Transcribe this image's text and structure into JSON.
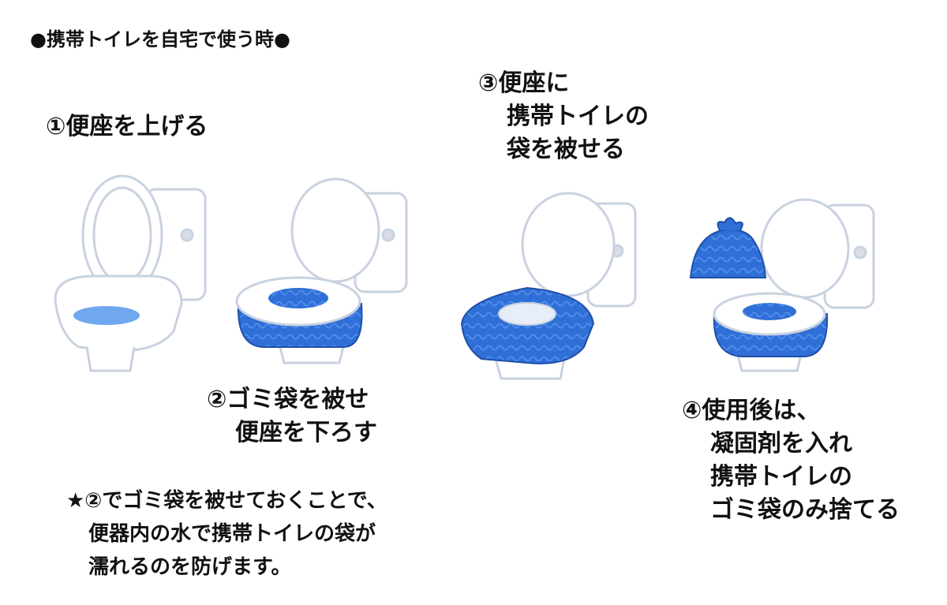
{
  "title": "●携帯トイレを自宅で使う時●",
  "steps": [
    {
      "lines": [
        "①便座を上げる"
      ]
    },
    {
      "lines": [
        "②ゴミ袋を被せ",
        "便座を下ろす"
      ]
    },
    {
      "lines": [
        "③便座に",
        "携帯トイレの",
        "袋を被せる"
      ]
    },
    {
      "lines": [
        "④使用後は、",
        "凝固剤を入れ",
        "携帯トイレの",
        "ゴミ袋のみ捨てる"
      ]
    }
  ],
  "note": {
    "lines": [
      "★②でゴミ袋を被せておくことで、",
      "便器内の水で携帯トイレの袋が",
      "濡れるのを防げます。"
    ]
  },
  "colors": {
    "bag_blue": "#2f6fd6",
    "bag_dark": "#1f4fa8",
    "water_blue": "#6fa8ef",
    "toilet_outline": "#c8d2e0"
  }
}
